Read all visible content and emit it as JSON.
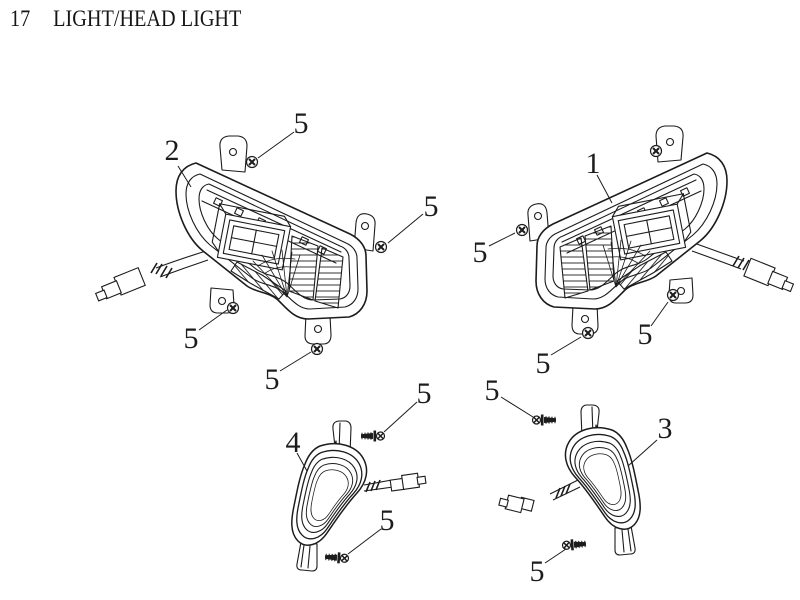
{
  "page": {
    "section_number": "17",
    "section_title": "LIGHT/HEAD LIGHT"
  },
  "diagram": {
    "callouts": [
      "2",
      "5",
      "5",
      "5",
      "5",
      "1",
      "5",
      "5",
      "5",
      "4",
      "5",
      "5",
      "3",
      "5",
      "5"
    ],
    "parts_shown": [
      "1",
      "2",
      "3",
      "4",
      "5"
    ]
  },
  "colors": {
    "ink": "#1c1c1c",
    "paper": "#ffffff"
  }
}
